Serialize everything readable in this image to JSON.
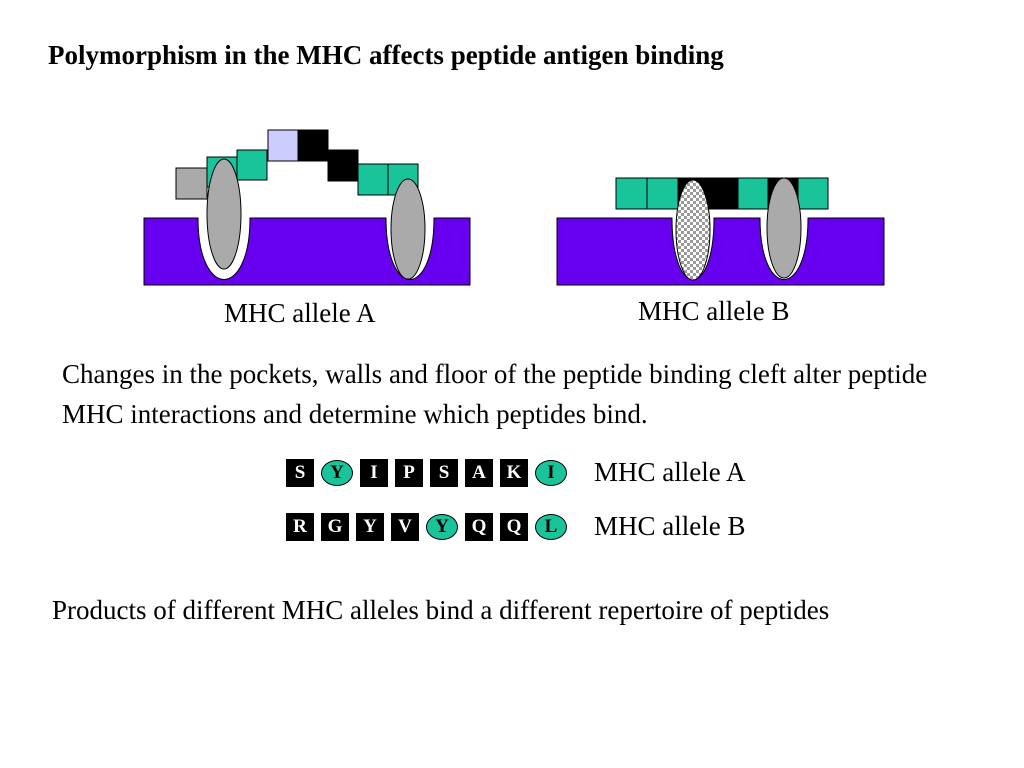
{
  "title": "Polymorphism in the MHC affects peptide antigen binding",
  "diagram": {
    "allele_a_label": "MHC allele A",
    "allele_b_label": "MHC allele B"
  },
  "colors": {
    "mhc_floor": "#6600ee",
    "anchor_residue": "#1ac49a",
    "pocket": "#aaaaaa",
    "peptide_dark": "#000000",
    "peptide_light": "#ccccff"
  },
  "paragraph_1": "Changes in the pockets, walls and floor of the peptide binding cleft alter peptide MHC interactions and determine which peptides bind.",
  "sequences": [
    {
      "label": "MHC allele A",
      "residues": [
        {
          "letter": "S",
          "anchor": false
        },
        {
          "letter": "Y",
          "anchor": true
        },
        {
          "letter": "I",
          "anchor": false
        },
        {
          "letter": "P",
          "anchor": false
        },
        {
          "letter": "S",
          "anchor": false
        },
        {
          "letter": "A",
          "anchor": false
        },
        {
          "letter": "K",
          "anchor": false
        },
        {
          "letter": "I",
          "anchor": true
        }
      ]
    },
    {
      "label": "MHC allele B",
      "residues": [
        {
          "letter": "R",
          "anchor": false
        },
        {
          "letter": "G",
          "anchor": false
        },
        {
          "letter": "Y",
          "anchor": false
        },
        {
          "letter": "V",
          "anchor": false
        },
        {
          "letter": "Y",
          "anchor": true
        },
        {
          "letter": "Q",
          "anchor": false
        },
        {
          "letter": "Q",
          "anchor": false
        },
        {
          "letter": "L",
          "anchor": true
        }
      ]
    }
  ],
  "paragraph_2": "Products of different MHC alleles bind a different repertoire of peptides"
}
